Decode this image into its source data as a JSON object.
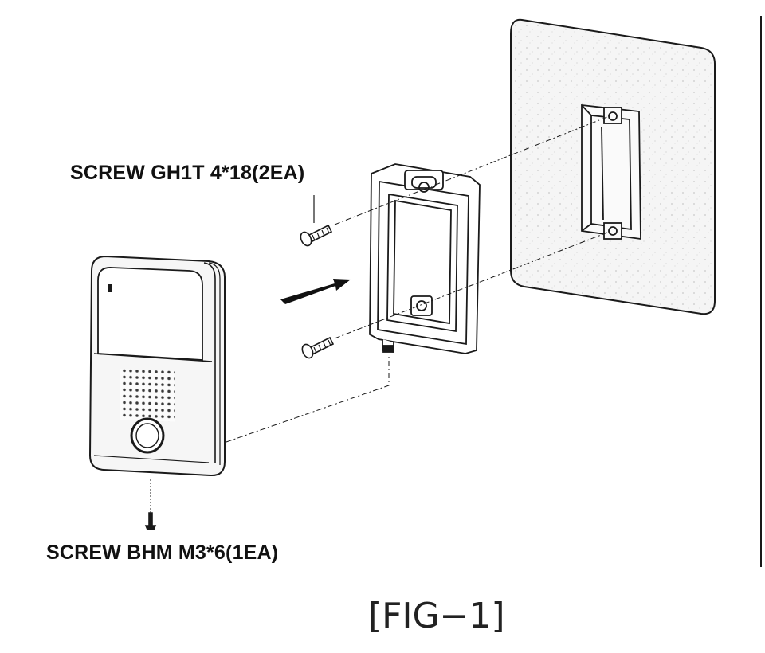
{
  "labels": {
    "screw_top": "SCREW GH1T 4*18(2EA)",
    "screw_bottom": "SCREW BHM M3*6(1EA)",
    "figure_caption": "[FIG−1]"
  },
  "colors": {
    "line": "#1a1a1a",
    "wall_fill": "#f4f4f4",
    "device_shade": "#f2f2f2"
  },
  "icons": {
    "arrow": "direction-arrow-icon"
  }
}
